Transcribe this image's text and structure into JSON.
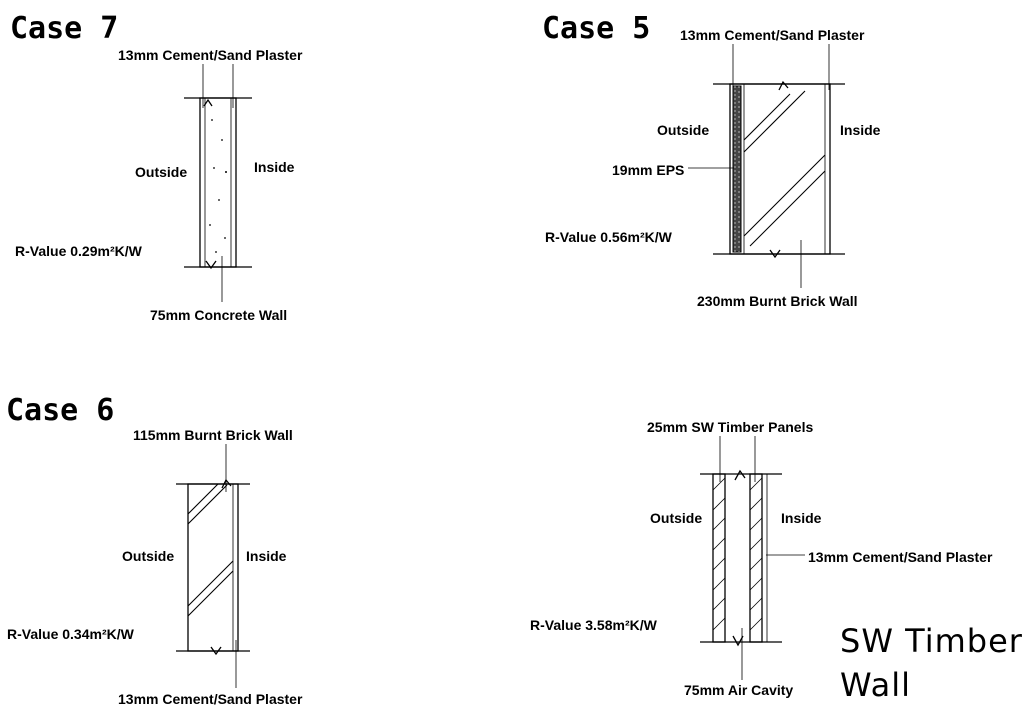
{
  "case7": {
    "title": "Case 7",
    "top_label": "13mm Cement/Sand Plaster",
    "outside": "Outside",
    "inside": "Inside",
    "r_value": "R-Value 0.29m²K/W",
    "bottom_label": "75mm Concrete Wall"
  },
  "case5": {
    "title": "Case 5",
    "top_label": "13mm Cement/Sand Plaster",
    "outside": "Outside",
    "inside": "Inside",
    "eps_label": "19mm EPS",
    "r_value": "R-Value 0.56m²K/W",
    "bottom_label": "230mm Burnt Brick Wall"
  },
  "case6": {
    "title": "Case 6",
    "top_label": "115mm Burnt Brick Wall",
    "outside": "Outside",
    "inside": "Inside",
    "r_value": "R-Value 0.34m²K/W",
    "bottom_label": "13mm Cement/Sand Plaster"
  },
  "timber": {
    "top_label": "25mm SW Timber Panels",
    "outside": "Outside",
    "inside": "Inside",
    "plaster_label": "13mm Cement/Sand Plaster",
    "r_value": "R-Value 3.58m²K/W",
    "bottom_label": "75mm Air Cavity",
    "title_line1": "SW Timber",
    "title_line2": "Wall"
  }
}
